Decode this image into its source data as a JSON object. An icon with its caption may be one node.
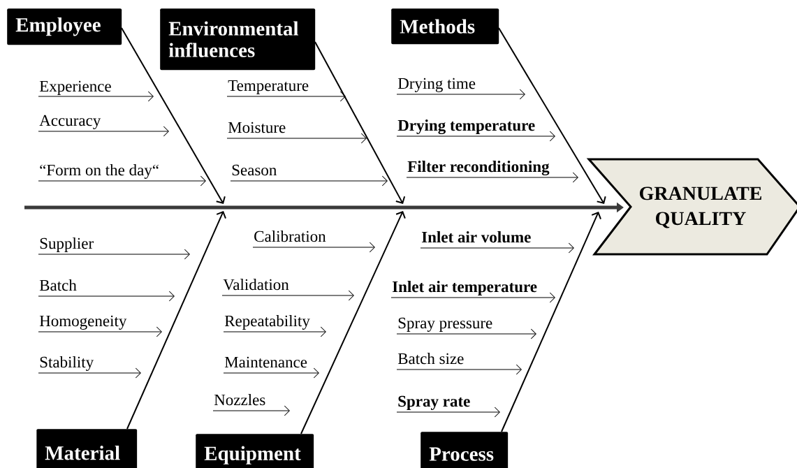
{
  "diagram": {
    "nodes": [
      {
        "text": [
          "Employee"
        ]
      },
      {
        "text": [
          "Environmental influences"
        ]
      },
      {
        "text": [
          "Methods"
        ]
      },
      {
        "text": [
          "Experience"
        ]
      },
      {
        "text": [
          "Accuracy"
        ]
      },
      {
        "text": [
          "“Form on the day“"
        ]
      },
      {
        "text": [
          "Temperature"
        ]
      },
      {
        "text": [
          "Moisture"
        ]
      },
      {
        "text": [
          "Season"
        ]
      },
      {
        "text": [
          "Drying time"
        ]
      },
      {
        "text": [
          "Drying temperature"
        ]
      },
      {
        "text": [
          "Filter reconditioning"
        ]
      },
      {
        "text": [
          "GRANULATE QUALITY"
        ]
      },
      {
        "text": [
          "Material"
        ]
      },
      {
        "text": [
          "Equipment"
        ]
      },
      {
        "text": [
          "Process"
        ]
      },
      {
        "text": [
          "Supplier"
        ]
      },
      {
        "text": [
          "Batch"
        ]
      },
      {
        "text": [
          "Homogeneity"
        ]
      },
      {
        "text": [
          "Stability"
        ]
      },
      {
        "text": [
          "Calibration"
        ]
      },
      {
        "text": [
          "Validation"
        ]
      },
      {
        "text": [
          "Repeatability"
        ]
      },
      {
        "text": [
          "Maintenance"
        ]
      },
      {
        "text": [
          "Nozzles"
        ]
      },
      {
        "text": [
          "Inlet air volume"
        ]
      },
      {
        "text": [
          "Inlet air temperature"
        ]
      },
      {
        "text": [
          "Spray pressure"
        ]
      },
      {
        "text": [
          "Batch size"
        ]
      },
      {
        "text": [
          "Spray rate"
        ]
      }
    ],
    "edges": [
      {
        "from": null,
        "to": 12,
        "arrow": "to",
        "style": "thick",
        "color": "#3a3a3a"
      },
      {
        "from": 0,
        "to": null,
        "arrow": "to"
      },
      {
        "from": 1,
        "to": null,
        "arrow": "to"
      },
      {
        "from": 2,
        "to": null,
        "arrow": "to"
      },
      {
        "from": 13,
        "to": null,
        "arrow": "to"
      },
      {
        "from": 14,
        "to": null,
        "arrow": "to"
      },
      {
        "from": 15,
        "to": null,
        "arrow": "to"
      },
      {
        "from": 3,
        "to": null,
        "arrow": "to"
      },
      {
        "from": 4,
        "to": null,
        "arrow": "to"
      },
      {
        "from": 5,
        "to": null,
        "arrow": "to"
      },
      {
        "from": 6,
        "to": null,
        "arrow": "to"
      },
      {
        "from": 7,
        "to": null,
        "arrow": "to"
      },
      {
        "from": 8,
        "to": null,
        "arrow": "to"
      },
      {
        "from": 9,
        "to": null,
        "arrow": "to"
      },
      {
        "from": 10,
        "to": null,
        "arrow": "to"
      },
      {
        "from": 11,
        "to": null,
        "arrow": "to"
      },
      {
        "from": 16,
        "to": null,
        "arrow": "to"
      },
      {
        "from": 17,
        "to": null,
        "arrow": "to"
      },
      {
        "from": 18,
        "to": null,
        "arrow": "to"
      },
      {
        "from": 19,
        "to": null,
        "arrow": "to"
      },
      {
        "from": 20,
        "to": null,
        "arrow": "to"
      },
      {
        "from": 21,
        "to": null,
        "arrow": "to"
      },
      {
        "from": 22,
        "to": null,
        "arrow": "to"
      },
      {
        "from": 23,
        "to": null,
        "arrow": "to"
      },
      {
        "from": 24,
        "to": null,
        "arrow": "to"
      },
      {
        "from": 25,
        "to": null,
        "arrow": "to"
      },
      {
        "from": 26,
        "to": null,
        "arrow": "to"
      },
      {
        "from": 27,
        "to": null,
        "arrow": "to"
      },
      {
        "from": 28,
        "to": null,
        "arrow": "to"
      },
      {
        "from": 29,
        "to": null,
        "arrow": "to"
      }
    ]
  }
}
